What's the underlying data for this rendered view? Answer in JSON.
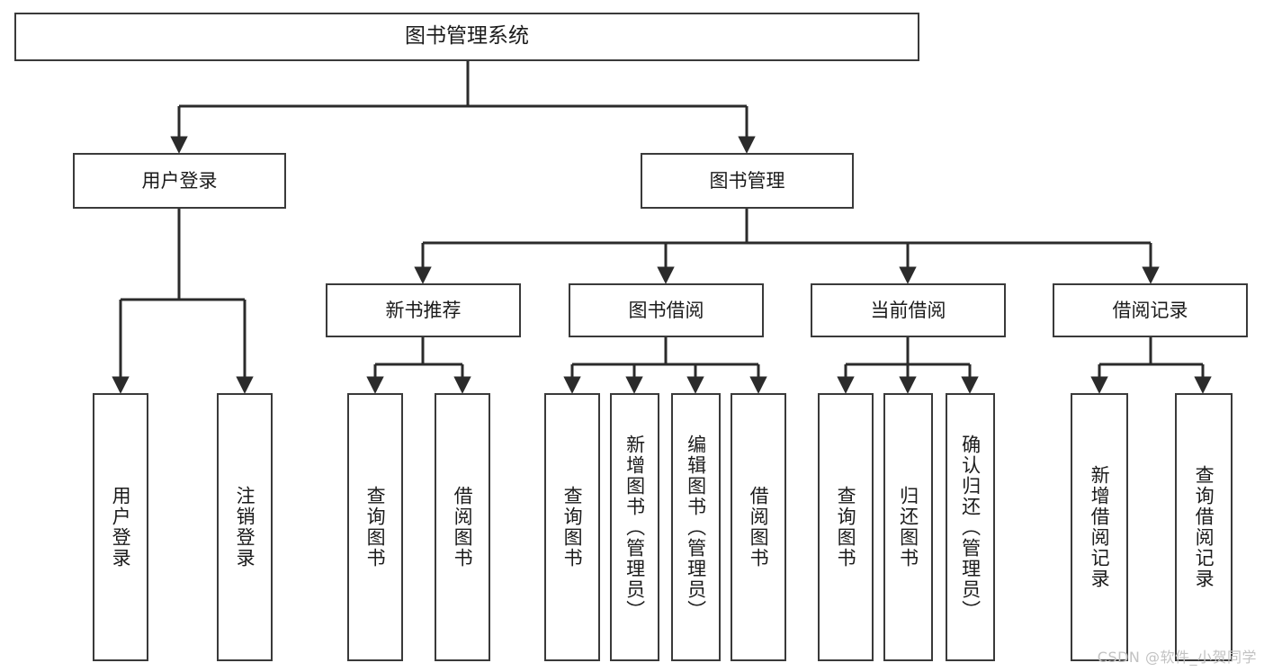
{
  "diagram": {
    "title": "图书管理系统",
    "type": "tree-hierarchy-chart",
    "watermark": "CSDN @软件_小贺同学",
    "colors": {
      "background": "#ffffff",
      "box_border": "#3a3a3a",
      "connector": "#2b2b2b",
      "text": "#1b1b1b",
      "watermark": "#c2c2c2"
    },
    "nodes": {
      "root": {
        "label": "图书管理系统"
      },
      "level2": [
        {
          "label": "用户登录"
        },
        {
          "label": "图书管理"
        }
      ],
      "level3": [
        {
          "label": "新书推荐"
        },
        {
          "label": "图书借阅"
        },
        {
          "label": "当前借阅"
        },
        {
          "label": "借阅记录"
        }
      ],
      "leaves": {
        "user_login": [
          {
            "label": "用户登录"
          },
          {
            "label": "注销登录"
          }
        ],
        "new_book_recommend": [
          {
            "label": "查询图书"
          },
          {
            "label": "借阅图书"
          }
        ],
        "book_borrow": [
          {
            "label": "查询图书"
          },
          {
            "label": "新增图书（管理员）"
          },
          {
            "label": "编辑图书（管理员）"
          },
          {
            "label": "借阅图书"
          }
        ],
        "current_borrow": [
          {
            "label": "查询图书"
          },
          {
            "label": "归还图书"
          },
          {
            "label": "确认归还（管理员）"
          }
        ],
        "borrow_record": [
          {
            "label": "新增借阅记录"
          },
          {
            "label": "查询借阅记录"
          }
        ]
      }
    }
  }
}
